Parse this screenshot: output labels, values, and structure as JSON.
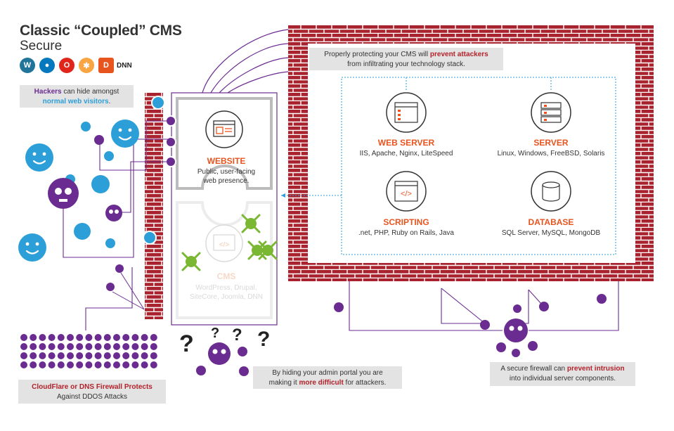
{
  "header": {
    "title": "Classic “Coupled” CMS",
    "subtitle": "Secure",
    "logos": [
      "wordpress-logo",
      "drupal-logo",
      "opencart-logo",
      "joomla-logo",
      "dnn-logo"
    ],
    "dnn_text": "DNN"
  },
  "callouts": {
    "hackers": {
      "pre": "Hackers",
      "mid": " can hide amongst",
      "post": "normal web visitors",
      "end": "."
    },
    "protect": {
      "pre": "Properly protecting your CMS will ",
      "hl": "prevent attackers",
      "post": "from infiltrating your technology stack."
    },
    "cloudflare": {
      "line1": "CloudFlare or DNS Firewall Protects",
      "line2": "Against DDOS Attacks"
    },
    "hide": {
      "line1": "By hiding your admin portal you are",
      "pre": "making it ",
      "hl": "more difficult",
      "post": " for attackers."
    },
    "firewall": {
      "pre": "A secure firewall can ",
      "hl": "prevent intrusion",
      "post": "into individual server components."
    }
  },
  "website": {
    "title": "WEBSITE",
    "desc1": "Public, user-facing",
    "desc2": "web presence."
  },
  "cms": {
    "title": "CMS",
    "desc1": "WordPress, Drupal,",
    "desc2": "SiteCore, Joomla, DNN"
  },
  "components": {
    "web_server": {
      "title": "WEB SERVER",
      "desc": "IIS, Apache, Nginx, LiteSpeed"
    },
    "server": {
      "title": "SERVER",
      "desc": "Linux, Windows, FreeBSD, Solaris"
    },
    "scripting": {
      "title": "SCRIPTING",
      "desc": ".net, PHP, Ruby on Rails, Java"
    },
    "database": {
      "title": "DATABASE",
      "desc": "SQL Server, MySQL, MongoDB"
    }
  },
  "colors": {
    "brick": "#a8232e",
    "purple": "#6b2c91",
    "blue": "#2d9fd8",
    "orange": "#e8541e",
    "green": "#7ab733",
    "grey": "#e3e3e3"
  }
}
